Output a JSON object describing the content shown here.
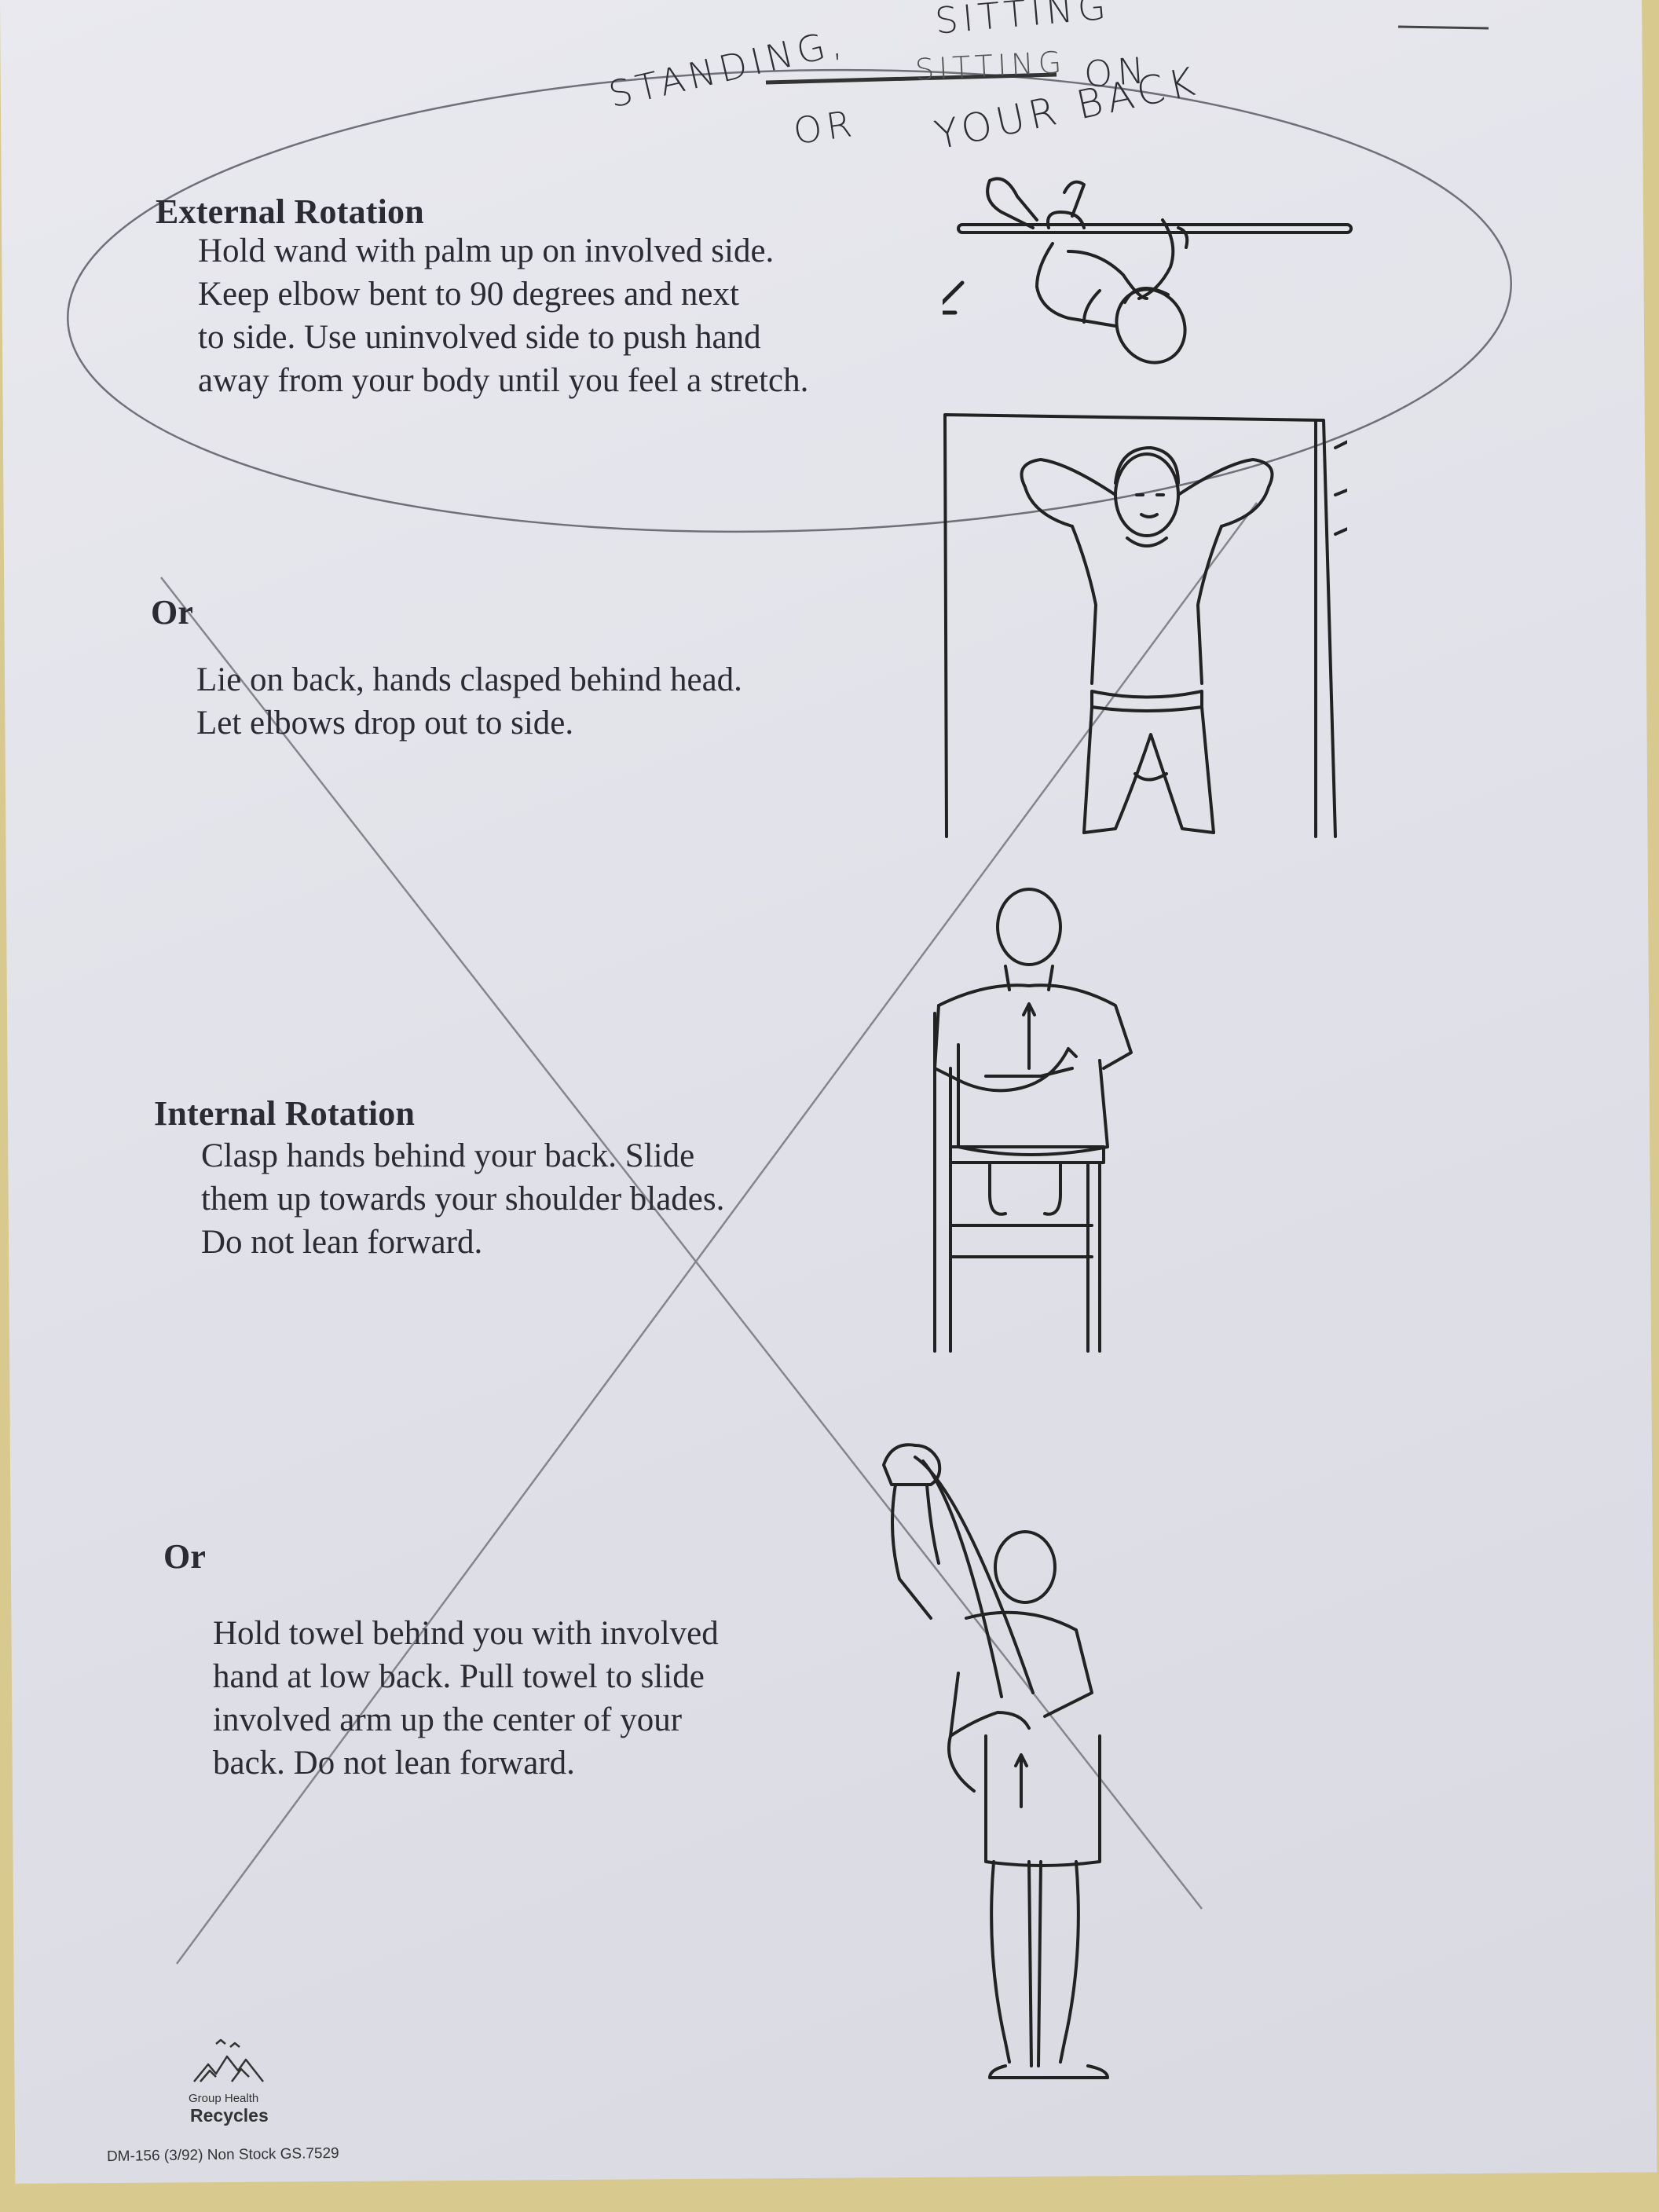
{
  "handwritten": {
    "line1": "STANDING,",
    "line2": "OR",
    "struck": "SITTING",
    "line3": "SITTING",
    "line4": "ON",
    "line5": "YOUR BACK"
  },
  "sections": {
    "external": {
      "title": "External Rotation",
      "lines": [
        "Hold wand with palm up on involved side.",
        "Keep elbow bent to 90 degrees and next",
        "to side. Use uninvolved side to push hand",
        "away from your body until you feel a stretch."
      ]
    },
    "or1": {
      "label": "Or",
      "lines": [
        "Lie on back, hands clasped behind head.",
        "Let elbows drop out to side."
      ]
    },
    "internal": {
      "title": "Internal Rotation",
      "lines": [
        "Clasp hands behind your back. Slide",
        "them up towards your shoulder blades.",
        "Do not lean forward."
      ]
    },
    "or2": {
      "label": "Or",
      "lines": [
        "Hold towel behind you with involved",
        "hand at low back. Pull towel to slide",
        "involved arm up the center of your",
        "back. Do not lean forward."
      ]
    }
  },
  "logo": {
    "line1": "Group Health",
    "line2": "Recycles"
  },
  "footer": {
    "code": "DM-156  (3/92)  Non Stock  GS.7529"
  },
  "colors": {
    "ink": "#2b2b33",
    "pencil": "#6e6e78",
    "paper": "#e4e4ec",
    "desk": "#d8c98f"
  }
}
